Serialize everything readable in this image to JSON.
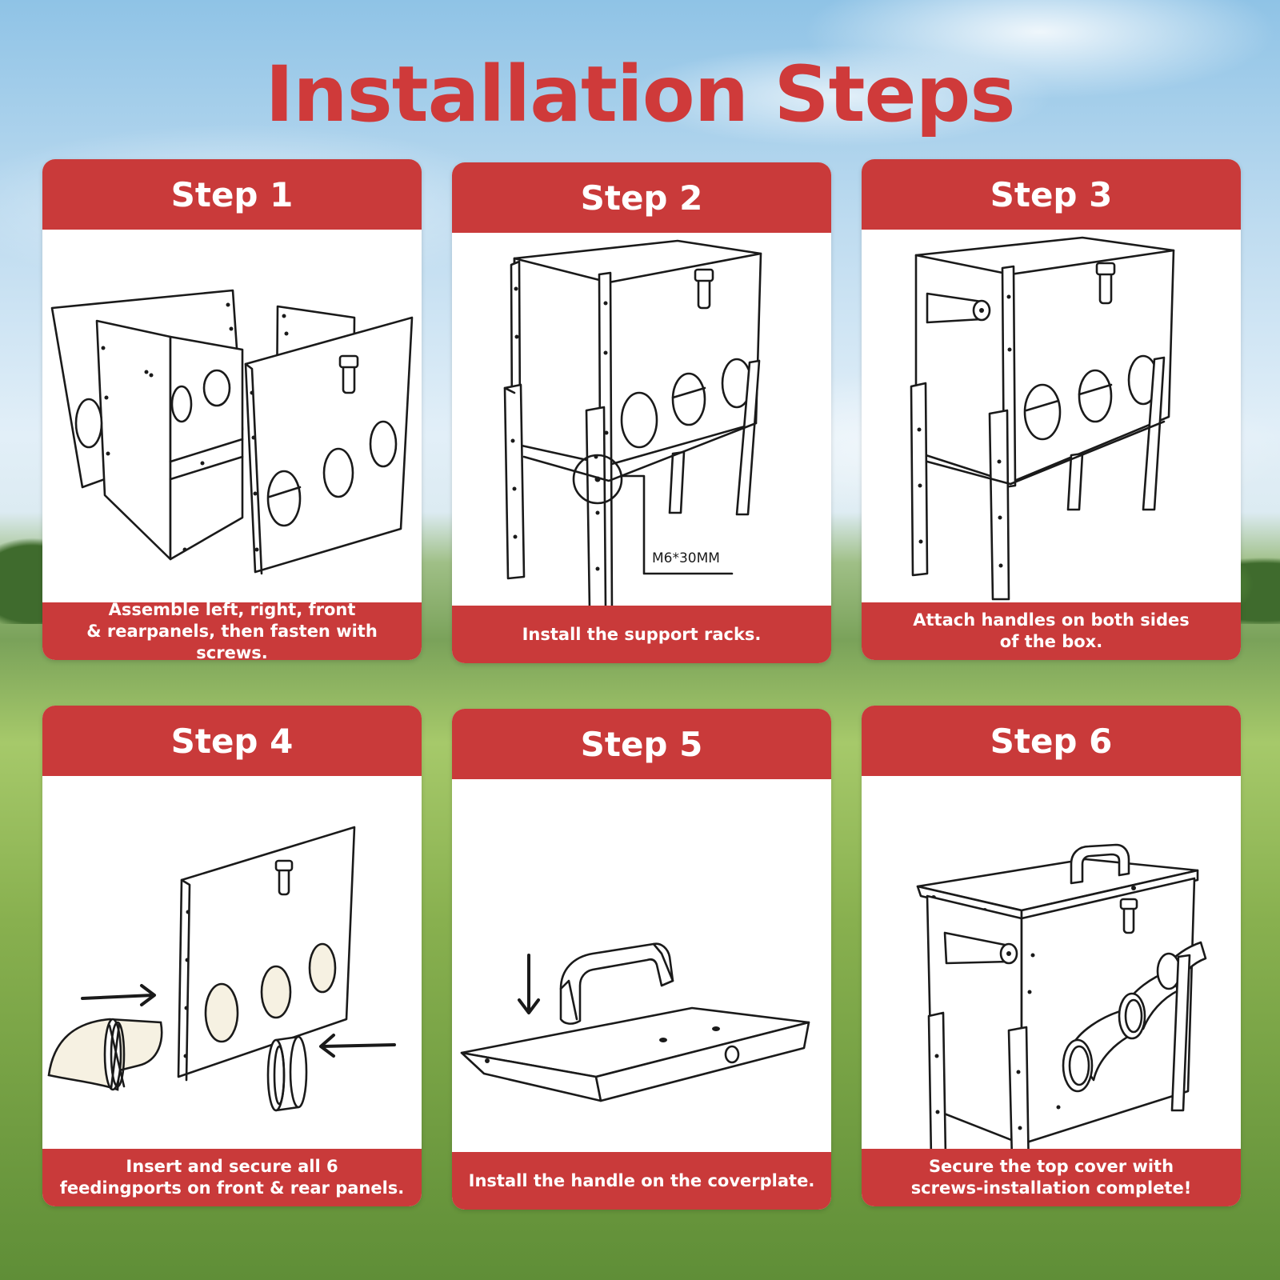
{
  "title": "Installation Steps",
  "steps": [
    {
      "label": "Step 1",
      "caption": [
        "Assemble left, right, front",
        "& rearpanels, then fasten with screws."
      ]
    },
    {
      "label": "Step 2",
      "caption": [
        "Install the support racks."
      ],
      "annotation": "M6*30MM"
    },
    {
      "label": "Step 3",
      "caption": [
        "Attach handles on both sides",
        "of the box."
      ]
    },
    {
      "label": "Step 4",
      "caption": [
        "Insert and secure all 6",
        "feedingports on front & rear panels."
      ]
    },
    {
      "label": "Step 5",
      "caption": [
        "Install the handle on the coverplate."
      ]
    },
    {
      "label": "Step 6",
      "caption": [
        "Secure the top cover with",
        "screws-installation complete!"
      ]
    }
  ],
  "colors": {
    "accent": "#c93a3a",
    "title": "#cf3a3a",
    "card_bg": "#ffffff"
  }
}
